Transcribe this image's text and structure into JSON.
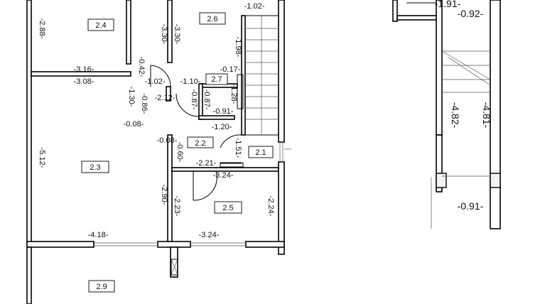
{
  "rooms": [
    {
      "id": "2.4"
    },
    {
      "id": "2.6"
    },
    {
      "id": "2.7"
    },
    {
      "id": "2.2"
    },
    {
      "id": "2.1"
    },
    {
      "id": "2.3"
    },
    {
      "id": "2.5"
    },
    {
      "id": "2.9"
    }
  ],
  "dimensions": {
    "d_2_88": "-2.88-",
    "d_3_30a": "-3.30-",
    "d_3_30b": "-3.30-",
    "d_1_02_top": "-1.02-",
    "d_1_98": "-1.98-",
    "d_3_16": "-3.16-",
    "d_3_08": "-3.08-",
    "d_0_42": "-0.42-",
    "d_1_02_mid": "-1.02-",
    "d_1_10": "-1.10-",
    "d_0_17": "-0.17-",
    "d_1_28": "-1.28-",
    "d_1_30": "-1.30-",
    "d_0_86": "-0.86-",
    "d_2_12": "-2.12-",
    "d_0_87a": "-0.87-",
    "d_0_87b": "-0.87-",
    "d_0_91_mid": "-0.91-",
    "d_0_08a": "-0.08-",
    "d_1_20": "-1.20-",
    "d_0_08b": "-0.08-",
    "d_0_60": "-0.60-",
    "d_1_51": "-1.51-",
    "d_5_12": "-5.12-",
    "d_2_21": "-2.21-",
    "d_3_24a": "-3.24-",
    "d_2_90": "-2.90-",
    "d_2_23": "-2.23-",
    "d_2_24": "-2.24-",
    "d_4_18": "-4.18-",
    "d_3_24b": "-3.24-",
    "d_1_91": "-1.91-",
    "d_0_92": "-0.92-",
    "d_4_82": "-4.82-",
    "d_4_81": "-4.81-",
    "d_0_91_right": "-0.91-"
  }
}
